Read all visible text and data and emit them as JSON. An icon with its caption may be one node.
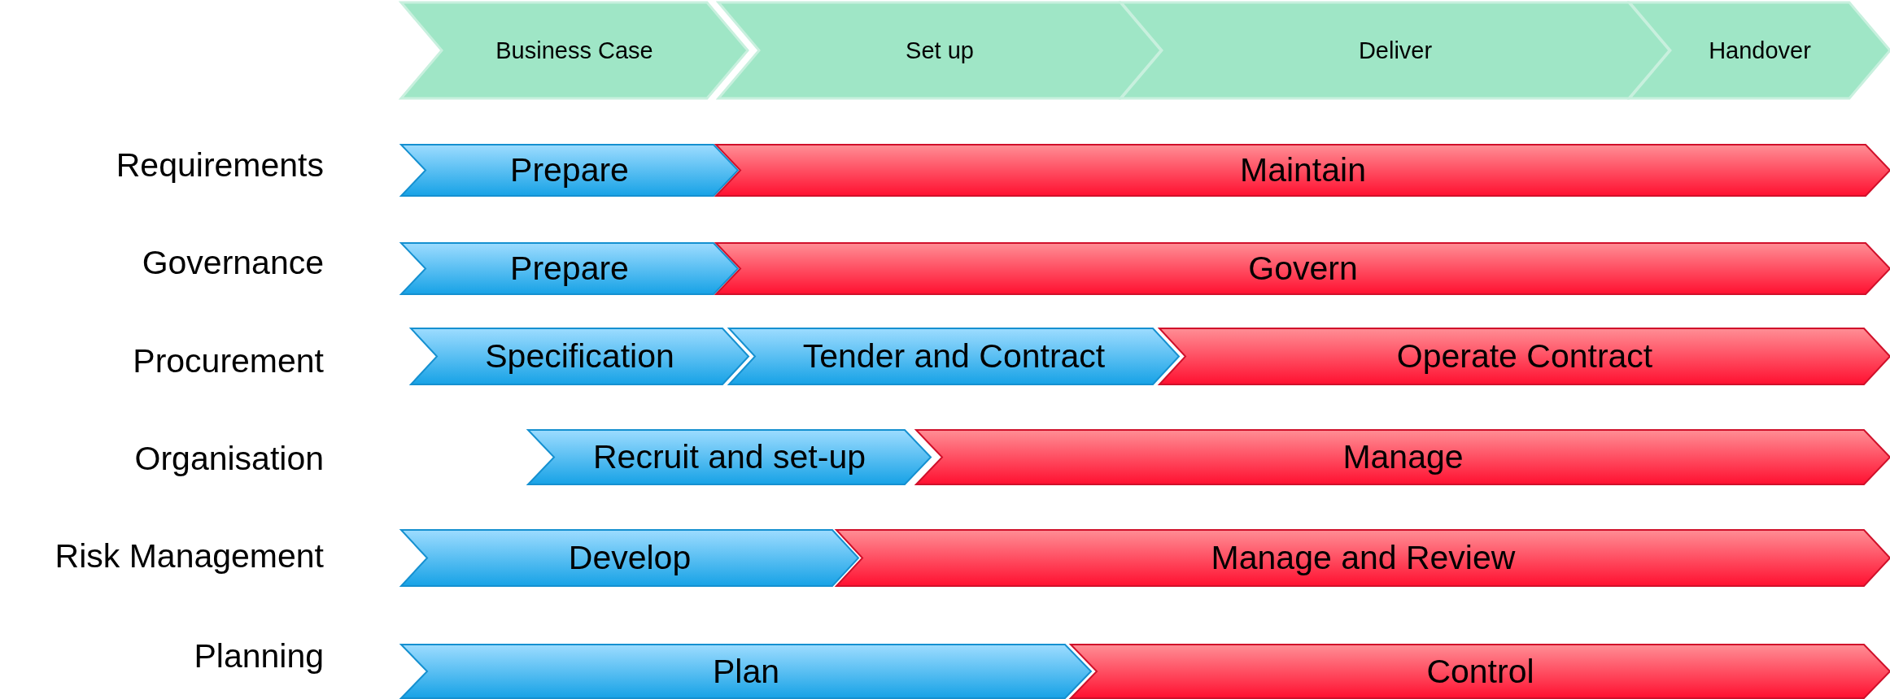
{
  "diagram": {
    "nodes": [
      {
        "text": [
          "Business Case"
        ]
      },
      {
        "text": [
          "Set up"
        ]
      },
      {
        "text": [
          "Deliver"
        ]
      },
      {
        "text": [
          "Handover"
        ]
      },
      {
        "text": [
          "Prepare"
        ]
      },
      {
        "text": [
          "Maintain"
        ]
      },
      {
        "text": [
          "Prepare"
        ]
      },
      {
        "text": [
          "Govern"
        ]
      },
      {
        "text": [
          "Specification"
        ]
      },
      {
        "text": [
          "Tender and Contract"
        ]
      },
      {
        "text": [
          "Operate Contract"
        ]
      },
      {
        "text": [
          "Recruit and set-up"
        ]
      },
      {
        "text": [
          "Manage"
        ]
      },
      {
        "text": [
          "Develop"
        ]
      },
      {
        "text": [
          "Manage and Review"
        ]
      },
      {
        "text": [
          "Plan"
        ]
      },
      {
        "text": [
          "Control"
        ]
      }
    ],
    "labels": [
      "Requirements",
      "Governance",
      "Procurement",
      "Organisation",
      "Risk Management",
      "Planning"
    ]
  }
}
